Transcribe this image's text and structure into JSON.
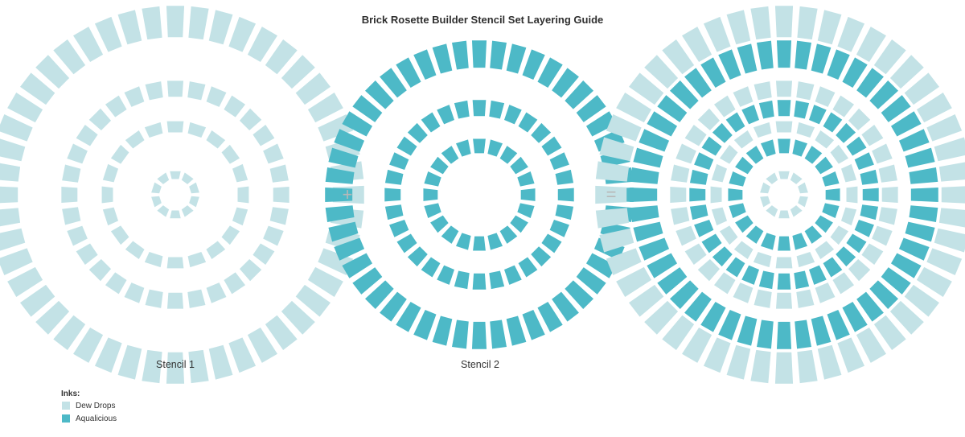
{
  "title": "Brick Rosette Builder Stencil Set Layering Guide",
  "colors": {
    "dew_drops": "#c3e2e6",
    "aqualicious": "#4db9c7",
    "operator": "#b8b8b8"
  },
  "panels": [
    {
      "id": "stencil-1",
      "caption": "Stencil 1",
      "rings": [
        "dew_drops",
        "dew_drops",
        "dew_drops",
        "dew_drops"
      ]
    },
    {
      "id": "stencil-2",
      "caption": "Stencil 2",
      "rings": [
        "aqualicious",
        "aqualicious",
        "aqualicious"
      ]
    },
    {
      "id": "result",
      "caption": "",
      "rings": [
        "dew_drops",
        "aqualicious",
        "dew_drops",
        "aqualicious",
        "dew_drops",
        "aqualicious",
        "dew_drops"
      ]
    }
  ],
  "operators": {
    "plus": "+",
    "equals": "="
  },
  "legend": {
    "title": "Inks:",
    "items": [
      {
        "label": "Dew Drops",
        "color": "#c3e2e6"
      },
      {
        "label": "Aqualicious",
        "color": "#4db9c7"
      }
    ]
  }
}
